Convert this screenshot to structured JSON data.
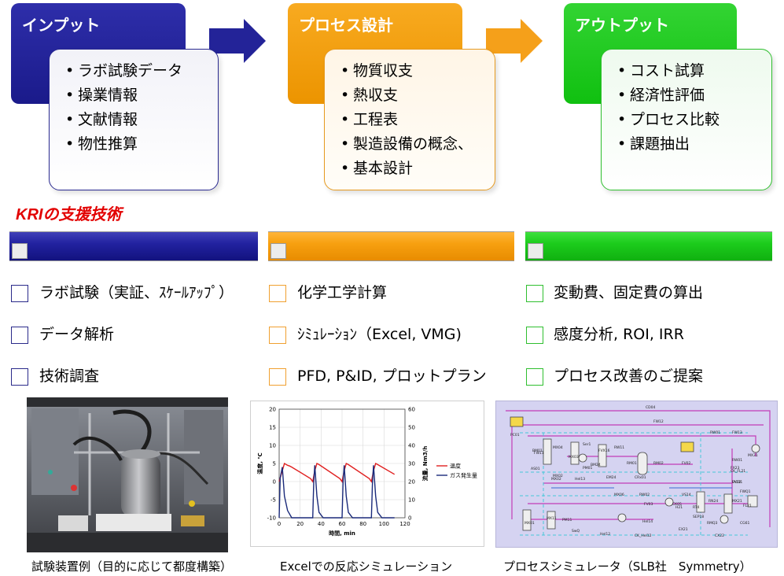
{
  "flow": {
    "input": {
      "title": "インプット",
      "items": [
        "ラボ試験データ",
        "操業情報",
        "文献情報",
        "物性推算"
      ],
      "color": "#1a1a8a"
    },
    "process": {
      "title": "プロセス設計",
      "items": [
        "物質収支",
        "熱収支",
        "工程表",
        "製造設備の概念、",
        "基本設計"
      ],
      "color": "#f29a00"
    },
    "output": {
      "title": "アウトプット",
      "items": [
        "コスト試算",
        "経済性評価",
        "プロセス比較",
        "課題抽出"
      ],
      "color": "#16c416"
    }
  },
  "support": {
    "heading": "KRIの支援技術",
    "columns": [
      {
        "color": "#1a1a8a",
        "items": [
          "ラボ試験（実証、ｽｹｰﾙｱｯﾌﾟ）",
          "データ解析",
          "技術調査"
        ]
      },
      {
        "color": "#f29a00",
        "items": [
          "化学工学計算",
          "ｼﾐｭﾚｰｼｮﾝ（Excel, VMG)",
          "PFD, P&ID, プロットプラン"
        ]
      },
      {
        "color": "#16c416",
        "items": [
          "変動費、固定費の算出",
          "感度分析, ROI, IRR",
          "プロセス改善のご提案"
        ]
      }
    ]
  },
  "chart_data": {
    "type": "line",
    "xlabel": "時間, min",
    "ylabel_left": "温度, ℃",
    "ylabel_right": "流量, Nm3/h",
    "xlim": [
      0,
      120
    ],
    "ylim_left": [
      -10,
      20
    ],
    "ylim_right": [
      0,
      60
    ],
    "x_ticks": [
      0,
      20,
      40,
      60,
      80,
      100,
      120
    ],
    "y_left_ticks": [
      -10,
      -5,
      0,
      5,
      10,
      15,
      20
    ],
    "y_right_ticks": [
      0,
      10,
      20,
      30,
      40,
      50,
      60
    ],
    "legend_position": "right",
    "series": [
      {
        "name": "温度",
        "axis": "left",
        "color": "#e02020",
        "x": [
          0,
          5,
          8,
          10,
          12,
          30,
          32,
          34,
          36,
          38,
          58,
          60,
          62,
          64,
          66,
          86,
          88,
          90,
          92,
          94,
          110
        ],
        "y": [
          0,
          5,
          4.5,
          4.3,
          4,
          0.8,
          0,
          3,
          5,
          4.7,
          0.8,
          0,
          3,
          5,
          4.7,
          0.8,
          0,
          3,
          5,
          4.7,
          2
        ]
      },
      {
        "name": "ガス発生量",
        "axis": "right",
        "color": "#1a2a7a",
        "x": [
          0,
          1,
          3,
          5,
          8,
          12,
          32,
          33,
          34,
          36,
          38,
          42,
          60,
          61,
          62,
          64,
          66,
          70,
          88,
          89,
          90,
          92,
          94,
          98,
          110
        ],
        "y": [
          0,
          22,
          28,
          12,
          4,
          0,
          0,
          20,
          29,
          12,
          3,
          0,
          0,
          20,
          29,
          12,
          3,
          0,
          0,
          20,
          29,
          12,
          3,
          0,
          0
        ]
      }
    ]
  },
  "captions": {
    "photo": "試験装置例（目的に応じて都度構築）",
    "chart": "Excelでの反応シミュレーション",
    "sim": "プロセスシミュレータ（SLB社　Symmetry）"
  },
  "sim_labels": [
    "CD04",
    "FW12",
    "RW01",
    "FW13",
    "PC01",
    "FW11",
    "MX04",
    "BM01",
    "MX02",
    "Ser1",
    "RW11",
    "MX03",
    "BM24",
    "PM01",
    "FVX16",
    "RM01",
    "CRx01",
    "RM02",
    "AS01",
    "MX02",
    "Hel13",
    "EM24",
    "MX06",
    "RW02",
    "FV03",
    "CK05",
    "VS14",
    "Hel14",
    "H21",
    "RT4",
    "SEP18",
    "RMQ3",
    "MX21",
    "RN24",
    "FL21",
    "RW01",
    "FX23",
    "FV02",
    "FWQ1",
    "FV02",
    "CK_FL21",
    "VIC31",
    "MX01",
    "MX11",
    "PM11",
    "SwQ",
    "Hel12",
    "CK_Hel12",
    "EX21",
    "CX22",
    "CG61",
    "MX31"
  ]
}
